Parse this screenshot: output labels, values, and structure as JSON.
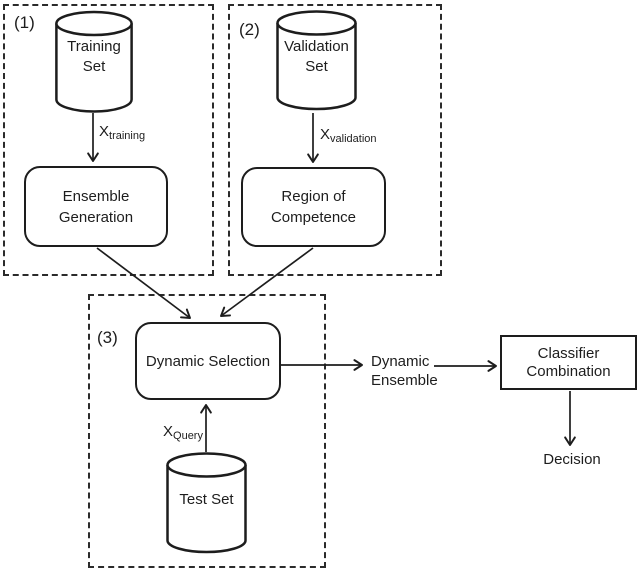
{
  "colors": {
    "ink": "#1d1d1d",
    "background": "#ffffff"
  },
  "stage1": {
    "label": "(1)",
    "dataset": {
      "line1": "Training",
      "line2": "Set"
    },
    "edge_label": {
      "base": "X",
      "sub": "training"
    },
    "process": {
      "line1": "Ensemble",
      "line2": "Generation"
    }
  },
  "stage2": {
    "label": "(2)",
    "dataset": {
      "line1": "Validation",
      "line2": "Set"
    },
    "edge_label": {
      "base": "X",
      "sub": "validation"
    },
    "process": {
      "line1": "Region of",
      "line2": "Competence"
    }
  },
  "stage3": {
    "label": "(3)",
    "process": "Dynamic Selection",
    "edge_label": {
      "base": "X",
      "sub": "Query"
    },
    "dataset": "Test Set"
  },
  "output": {
    "flow_label": {
      "line1": "Dynamic",
      "line2": "Ensemble"
    },
    "combiner": {
      "line1": "Classifier",
      "line2": "Combination"
    },
    "result": "Decision"
  }
}
